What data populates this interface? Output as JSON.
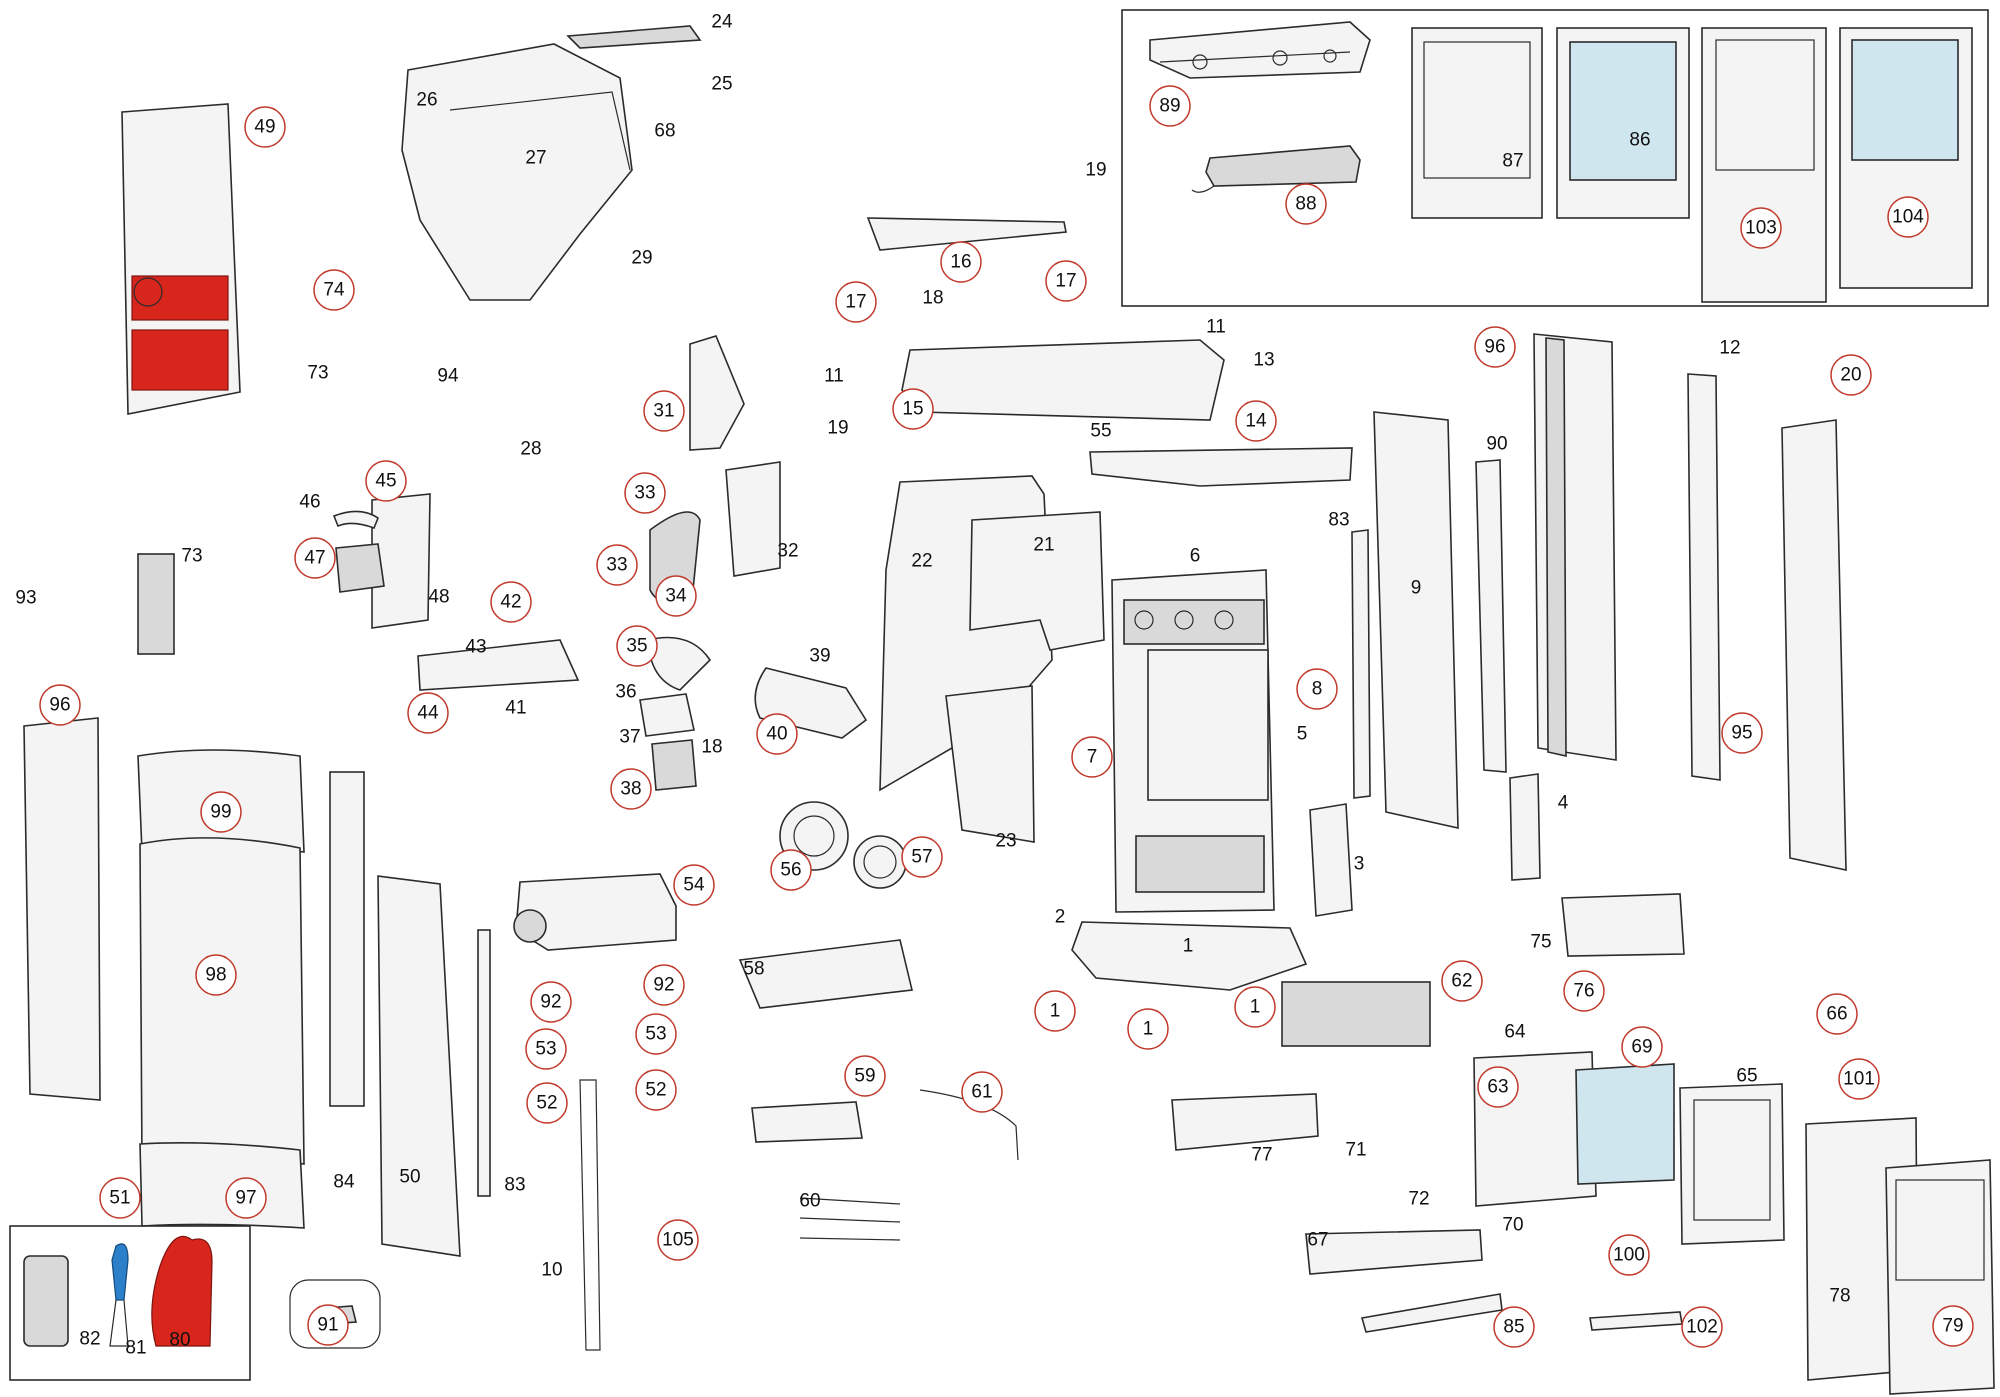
{
  "diagram": {
    "kind": "exploded-parts-view",
    "accent_color": "#c0392b",
    "callouts": [
      {
        "id": "p24",
        "text": "24"
      },
      {
        "id": "p25",
        "text": "25"
      },
      {
        "id": "p26",
        "text": "26"
      },
      {
        "id": "p27",
        "text": "27"
      },
      {
        "id": "p68",
        "text": "68"
      },
      {
        "id": "p29",
        "text": "29"
      },
      {
        "id": "p49",
        "text": "49"
      },
      {
        "id": "p74",
        "text": "74"
      },
      {
        "id": "p73a",
        "text": "73"
      },
      {
        "id": "p94",
        "text": "94"
      },
      {
        "id": "p28",
        "text": "28"
      },
      {
        "id": "p31",
        "text": "31"
      },
      {
        "id": "p45",
        "text": "45"
      },
      {
        "id": "p46",
        "text": "46"
      },
      {
        "id": "p47",
        "text": "47"
      },
      {
        "id": "p48",
        "text": "48"
      },
      {
        "id": "p73b",
        "text": "73"
      },
      {
        "id": "p93",
        "text": "93"
      },
      {
        "id": "p42",
        "text": "42"
      },
      {
        "id": "p43",
        "text": "43"
      },
      {
        "id": "p44",
        "text": "44"
      },
      {
        "id": "p41",
        "text": "41"
      },
      {
        "id": "p33a",
        "text": "33"
      },
      {
        "id": "p33b",
        "text": "33"
      },
      {
        "id": "p34",
        "text": "34"
      },
      {
        "id": "p32",
        "text": "32"
      },
      {
        "id": "p35",
        "text": "35"
      },
      {
        "id": "p36",
        "text": "36"
      },
      {
        "id": "p37",
        "text": "37"
      },
      {
        "id": "p38",
        "text": "38"
      },
      {
        "id": "p18a",
        "text": "18"
      },
      {
        "id": "p40",
        "text": "40"
      },
      {
        "id": "p39",
        "text": "39"
      },
      {
        "id": "p96a",
        "text": "96"
      },
      {
        "id": "p99",
        "text": "99"
      },
      {
        "id": "p98",
        "text": "98"
      },
      {
        "id": "p97",
        "text": "97"
      },
      {
        "id": "p51",
        "text": "51"
      },
      {
        "id": "p84",
        "text": "84"
      },
      {
        "id": "p50",
        "text": "50"
      },
      {
        "id": "p83a",
        "text": "83"
      },
      {
        "id": "p54",
        "text": "54"
      },
      {
        "id": "p92a",
        "text": "92"
      },
      {
        "id": "p92b",
        "text": "92"
      },
      {
        "id": "p53a",
        "text": "53"
      },
      {
        "id": "p53b",
        "text": "53"
      },
      {
        "id": "p52a",
        "text": "52"
      },
      {
        "id": "p52b",
        "text": "52"
      },
      {
        "id": "p10",
        "text": "10"
      },
      {
        "id": "p105",
        "text": "105"
      },
      {
        "id": "p91",
        "text": "91"
      },
      {
        "id": "p82",
        "text": "82"
      },
      {
        "id": "p81",
        "text": "81"
      },
      {
        "id": "p80",
        "text": "80"
      },
      {
        "id": "p56",
        "text": "56"
      },
      {
        "id": "p57",
        "text": "57"
      },
      {
        "id": "p58",
        "text": "58"
      },
      {
        "id": "p59",
        "text": "59"
      },
      {
        "id": "p61",
        "text": "61"
      },
      {
        "id": "p60",
        "text": "60"
      },
      {
        "id": "p16",
        "text": "16"
      },
      {
        "id": "p19a",
        "text": "19"
      },
      {
        "id": "p17a",
        "text": "17"
      },
      {
        "id": "p17b",
        "text": "17"
      },
      {
        "id": "p18b",
        "text": "18"
      },
      {
        "id": "p11a",
        "text": "11"
      },
      {
        "id": "p11b",
        "text": "11"
      },
      {
        "id": "p13",
        "text": "13"
      },
      {
        "id": "p19b",
        "text": "19"
      },
      {
        "id": "p15",
        "text": "15"
      },
      {
        "id": "p55",
        "text": "55"
      },
      {
        "id": "p14",
        "text": "14"
      },
      {
        "id": "p22",
        "text": "22"
      },
      {
        "id": "p21",
        "text": "21"
      },
      {
        "id": "p23",
        "text": "23"
      },
      {
        "id": "p6",
        "text": "6"
      },
      {
        "id": "p8",
        "text": "8"
      },
      {
        "id": "p7",
        "text": "7"
      },
      {
        "id": "p5",
        "text": "5"
      },
      {
        "id": "p2",
        "text": "2"
      },
      {
        "id": "p1a",
        "text": "1"
      },
      {
        "id": "p1b",
        "text": "1"
      },
      {
        "id": "p1c",
        "text": "1"
      },
      {
        "id": "p1d",
        "text": "1"
      },
      {
        "id": "p3",
        "text": "3"
      },
      {
        "id": "p62",
        "text": "62"
      },
      {
        "id": "p83b",
        "text": "83"
      },
      {
        "id": "p9",
        "text": "9"
      },
      {
        "id": "p90",
        "text": "90"
      },
      {
        "id": "p96b",
        "text": "96"
      },
      {
        "id": "p12",
        "text": "12"
      },
      {
        "id": "p20",
        "text": "20"
      },
      {
        "id": "p95",
        "text": "95"
      },
      {
        "id": "p4",
        "text": "4"
      },
      {
        "id": "p75",
        "text": "75"
      },
      {
        "id": "p76",
        "text": "76"
      },
      {
        "id": "p66",
        "text": "66"
      },
      {
        "id": "p64",
        "text": "64"
      },
      {
        "id": "p63",
        "text": "63"
      },
      {
        "id": "p69",
        "text": "69"
      },
      {
        "id": "p65",
        "text": "65"
      },
      {
        "id": "p101",
        "text": "101"
      },
      {
        "id": "p77",
        "text": "77"
      },
      {
        "id": "p71",
        "text": "71"
      },
      {
        "id": "p72",
        "text": "72"
      },
      {
        "id": "p70",
        "text": "70"
      },
      {
        "id": "p67",
        "text": "67"
      },
      {
        "id": "p100",
        "text": "100"
      },
      {
        "id": "p85",
        "text": "85"
      },
      {
        "id": "p102",
        "text": "102"
      },
      {
        "id": "p78",
        "text": "78"
      },
      {
        "id": "p79",
        "text": "79"
      },
      {
        "id": "p89",
        "text": "89"
      },
      {
        "id": "p88",
        "text": "88"
      },
      {
        "id": "p87",
        "text": "87"
      },
      {
        "id": "p86",
        "text": "86"
      },
      {
        "id": "p103",
        "text": "103"
      },
      {
        "id": "p104",
        "text": "104"
      }
    ]
  }
}
